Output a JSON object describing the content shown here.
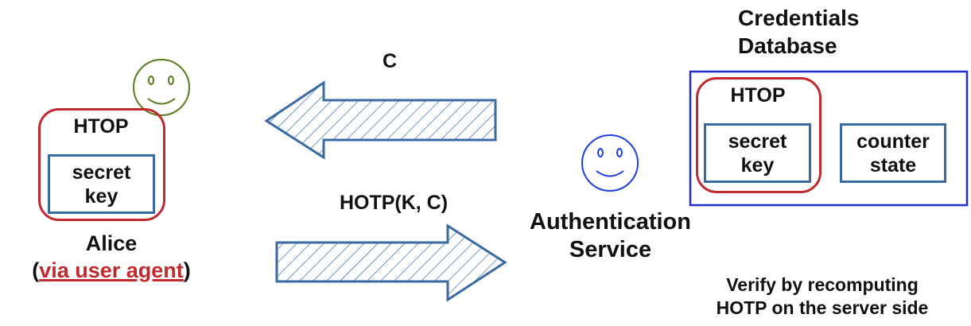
{
  "alice": {
    "htop_label": "HTOP",
    "secret_line1": "secret",
    "secret_line2": "key",
    "name": "Alice",
    "paren_open": "(",
    "agent_link": "via user agent",
    "paren_close": ")"
  },
  "arrows": {
    "challenge_label": "C",
    "response_label": "HOTP(K, C)"
  },
  "auth_service": {
    "line1": "Authentication",
    "line2": "Service"
  },
  "database": {
    "title_line1": "Credentials",
    "title_line2": "Database",
    "htop_label": "HTOP",
    "secret_line1": "secret",
    "secret_line2": "key",
    "counter_line1": "counter",
    "counter_line2": "state"
  },
  "note": {
    "line1": "Verify by recomputing",
    "line2": "HOTP on the server side"
  },
  "colors": {
    "arrow_stroke": "#3a6aa3",
    "red_border": "#c0292d",
    "alice_face": "#5a7a1e",
    "service_face": "#1f3fe0",
    "database_border": "#1f2fd0"
  }
}
